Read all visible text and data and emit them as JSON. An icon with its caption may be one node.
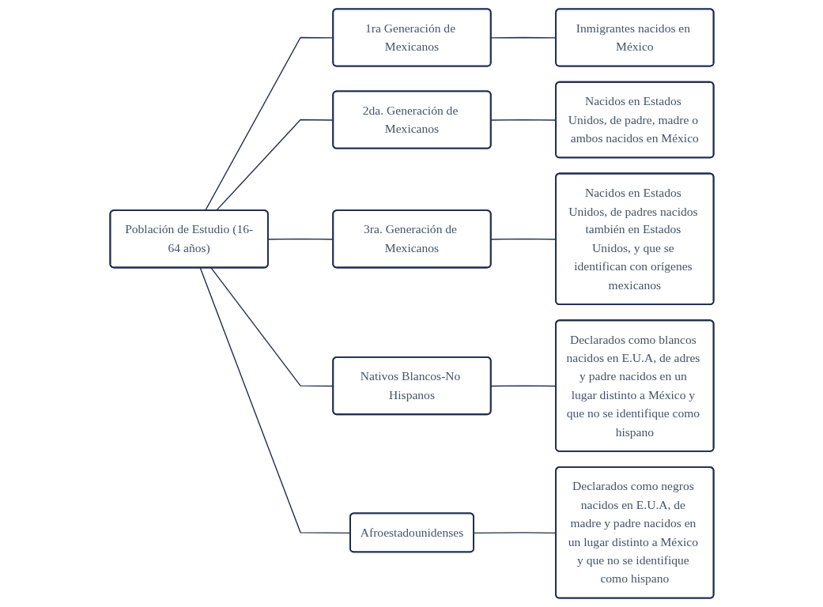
{
  "diagram": {
    "nodes": [
      {
        "text": [
          "Población de Estudio (16-64 años)"
        ]
      },
      {
        "text": [
          "1ra Generación de Mexicanos"
        ]
      },
      {
        "text": [
          "Inmigrantes nacidos en México"
        ]
      },
      {
        "text": [
          "2da. Generación de Mexicanos"
        ]
      },
      {
        "text": [
          "Nacidos en Estados Unidos, de padre, madre o ambos nacidos en México"
        ]
      },
      {
        "text": [
          "3ra. Generación de Mexicanos"
        ]
      },
      {
        "text": [
          "Nacidos en Estados Unidos, de padres nacidos también en Estados Unidos, y que se identifican con orígenes mexicanos"
        ]
      },
      {
        "text": [
          "Nativos Blancos-No Hispanos"
        ]
      },
      {
        "text": [
          "Declarados como blancos nacidos en E.U.A, de adres y padre nacidos en un lugar distinto a México y que no se identifique como hispano"
        ]
      },
      {
        "text": [
          "Afroestadounidenses"
        ]
      },
      {
        "text": [
          "Declarados como negros nacidos en E.U.A, de madre y padre nacidos en un lugar distinto a México y que no se identifique como hispano"
        ]
      }
    ],
    "edges": [
      {
        "from": 0,
        "to": 1,
        "arrow": "none"
      },
      {
        "from": 0,
        "to": 3,
        "arrow": "none"
      },
      {
        "from": 0,
        "to": 5,
        "arrow": "none"
      },
      {
        "from": 0,
        "to": 7,
        "arrow": "none"
      },
      {
        "from": 0,
        "to": 9,
        "arrow": "none"
      },
      {
        "from": 1,
        "to": 2,
        "arrow": "none"
      },
      {
        "from": 3,
        "to": 4,
        "arrow": "none"
      },
      {
        "from": 5,
        "to": 6,
        "arrow": "none"
      },
      {
        "from": 7,
        "to": 8,
        "arrow": "none"
      },
      {
        "from": 9,
        "to": 10,
        "arrow": "none"
      }
    ]
  }
}
